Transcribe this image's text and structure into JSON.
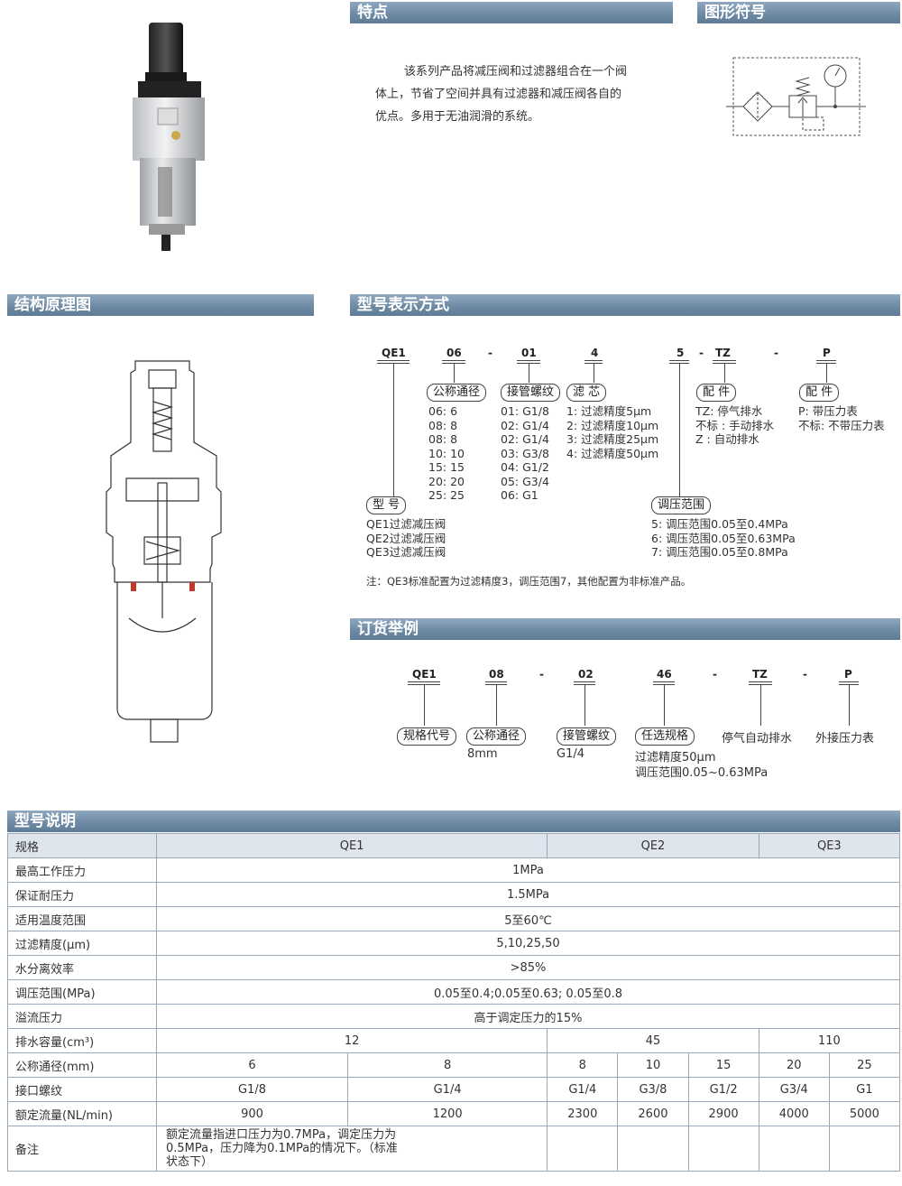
{
  "sections": {
    "features": "特点",
    "symbol": "图形符号",
    "structure": "结构原理图",
    "model_format": "型号表示方式",
    "order_example": "订货举例",
    "model_desc": "型号说明"
  },
  "features_text": [
    "该系列产品将减压阀和过滤器组合在一个阀",
    "体上，节省了空间并具有过滤器和减压阀各自的",
    "优点。多用于无油润滑的系统。"
  ],
  "model_format": {
    "codes": {
      "c1": "QE1",
      "c2": "06",
      "d1": "-",
      "c3": "01",
      "c4": "4",
      "c5": "5",
      "d2": "-",
      "c6": "TZ",
      "d3": "-",
      "c7": "P"
    },
    "bore": {
      "label": "公称通径",
      "items": [
        "06: 6",
        "08: 8",
        "08: 8",
        "10: 10",
        "15: 15",
        "20: 20",
        "25: 25"
      ]
    },
    "thread": {
      "label": "接管螺纹",
      "items": [
        "01: G1/8",
        "02: G1/4",
        "02: G1/4",
        "03: G3/8",
        "04: G1/2",
        "05: G3/4",
        "06: G1"
      ]
    },
    "filter": {
      "label": "滤  芯",
      "items": [
        "1: 过滤精度5μm",
        "2: 过滤精度10μm",
        "3: 过滤精度25μm",
        "4: 过滤精度50μm"
      ]
    },
    "acc1": {
      "label": "配  件",
      "items": [
        "TZ: 停气排水",
        "不标 : 手动排水",
        "Z : 自动排水"
      ]
    },
    "acc2": {
      "label": "配  件",
      "items": [
        "P: 带压力表",
        "不标: 不带压力表"
      ]
    },
    "model": {
      "label": "型  号",
      "items": [
        "QE1过滤减压阀",
        "QE2过滤减压阀",
        "QE3过滤减压阀"
      ]
    },
    "range": {
      "label": "调压范围",
      "items": [
        "5: 调压范围0.05至0.4MPa",
        "6: 调压范围0.05至0.63MPa",
        "7: 调压范围0.05至0.8MPa"
      ]
    },
    "note": "注：QE3标准配置为过滤精度3，调压范围7，其他配置为非标准产品。"
  },
  "order_example": {
    "codes": {
      "c1": "QE1",
      "c2": "08",
      "d1": "-",
      "c3": "02",
      "c4": "46",
      "d2": "-",
      "c5": "TZ",
      "d3": "-",
      "c6": "P"
    },
    "labels": {
      "l1": "规格代号",
      "l2": "公称通径",
      "l3": "接管螺纹",
      "l4": "任选规格",
      "l5": "停气自动排水",
      "l6": "外接压力表"
    },
    "values": {
      "v2": "8mm",
      "v3": "G1/4",
      "v4a": "过滤精度50μm",
      "v4b": "调压范围0.05~0.63MPa"
    }
  },
  "spec_table": {
    "header": [
      "规格",
      "QE1",
      "QE2",
      "QE3"
    ],
    "rows_merged": [
      [
        "最高工作压力",
        "1MPa"
      ],
      [
        "保证耐压力",
        "1.5MPa"
      ],
      [
        "适用温度范围",
        "5至60℃"
      ],
      [
        "过滤精度(μm)",
        "5,10,25,50"
      ],
      [
        "水分离效率",
        ">85%"
      ],
      [
        "调压范围(MPa)",
        "0.05至0.4;0.05至0.63; 0.05至0.8"
      ],
      [
        "溢流压力",
        "高于调定压力的15%"
      ]
    ],
    "drain": [
      "排水容量(cm³)",
      "12",
      "45",
      "110"
    ],
    "bore": [
      "公称通径(mm)",
      "6",
      "8",
      "8",
      "10",
      "15",
      "20",
      "25"
    ],
    "port": [
      "接口螺纹",
      "G1/8",
      "G1/4",
      "G1/4",
      "G3/8",
      "G1/2",
      "G3/4",
      "G1"
    ],
    "flow": [
      "额定流量(NL/min)",
      "900",
      "1200",
      "2300",
      "2600",
      "2900",
      "4000",
      "5000"
    ],
    "remark": [
      "备注",
      "额定流量指进口压力为0.7MPa，调定压力为",
      "0.5MPa，压力降为0.1MPa的情况下。（标准",
      "状态下）"
    ]
  }
}
